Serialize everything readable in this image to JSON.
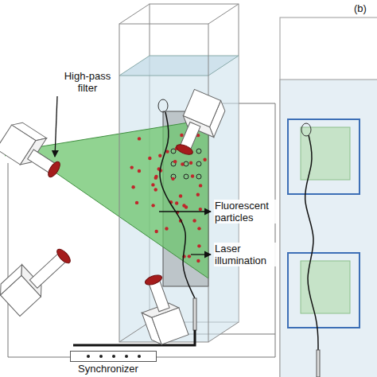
{
  "diagram": {
    "nodes": [
      {
        "text": [
          "Synchronizer"
        ]
      }
    ],
    "labels": [
      "High-pass filter",
      "Fluorescent particles",
      "Laser illumination",
      "(b)"
    ]
  }
}
